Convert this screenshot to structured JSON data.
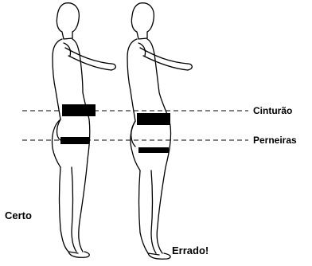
{
  "labels": {
    "belt": "Cinturão",
    "leg_straps": "Perneiras",
    "correct": "Certo",
    "wrong": "Errado!"
  },
  "colors": {
    "ink": "#000000",
    "background": "#ffffff"
  }
}
